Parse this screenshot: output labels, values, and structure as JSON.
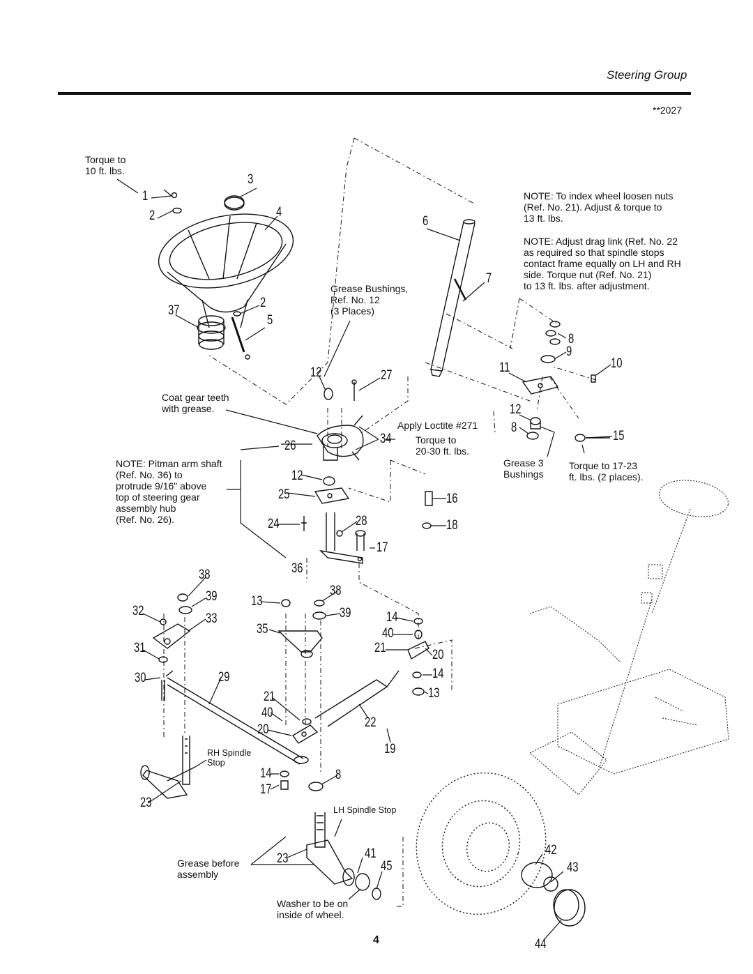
{
  "header": {
    "section_title": "Steering Group",
    "model_code": "**2027",
    "page_number": "4"
  },
  "notes": {
    "torque_1": "Torque to\n10 ft. lbs.",
    "index_wheel": "NOTE: To index wheel loosen nuts\n(Ref. No. 21). Adjust & torque to\n13 ft. lbs.",
    "drag_link": "NOTE: Adjust drag link (Ref. No. 22\nas required so that spindle stops\ncontact frame equally on LH and RH\nside. Torque nut (Ref. No. 21)\nto 13 ft. lbs. after adjustment.",
    "grease_bushings": "Grease Bushings,\nRef. No. 12\n(3 Places)",
    "coat_gear": "Coat gear teeth\nwith grease.",
    "loctite": "Apply Loctite #271",
    "torque_34": "Torque to\n20-30 ft. lbs.",
    "grease_3": "Grease 3\nBushings",
    "torque_15": "Torque to 17-23\nft. lbs. (2 places).",
    "pitman": "NOTE: Pitman arm shaft\n(Ref. No. 36) to\nprotrude 9/16\" above\ntop of steering gear\nassembly hub\n(Ref. No. 26).",
    "rh_stop": "RH Spindle\nStop",
    "lh_stop": "LH Spindle Stop",
    "grease_before": "Grease before\nassembly",
    "washer": "Washer to be on\ninside of wheel."
  },
  "part_numbers": {
    "p1": "1",
    "p2a": "2",
    "p3": "3",
    "p4": "4",
    "p2b": "2",
    "p37": "37",
    "p5": "5",
    "p6": "6",
    "p7": "7",
    "p8a": "8",
    "p9": "9",
    "p10": "10",
    "p11": "11",
    "p12a": "12",
    "p27": "27",
    "p12b": "12",
    "p8b": "8",
    "p15": "15",
    "p34": "34",
    "p26": "26",
    "p12c": "12",
    "p25": "25",
    "p16": "16",
    "p24": "24",
    "p28": "28",
    "p18": "18",
    "p17a": "17",
    "p36": "36",
    "p38a": "38",
    "p39a": "39",
    "p32": "32",
    "p33": "33",
    "p13a": "13",
    "p38b": "38",
    "p39b": "39",
    "p14a": "14",
    "p35": "35",
    "p40a": "40",
    "p21a": "21",
    "p20a": "20",
    "p31": "31",
    "p14b": "14",
    "p30": "30",
    "p29": "29",
    "p13b": "13",
    "p21b": "21",
    "p40b": "40",
    "p22": "22",
    "p20b": "20",
    "p19": "19",
    "p14c": "14",
    "p8c": "8",
    "p17b": "17",
    "p23a": "23",
    "p23b": "23",
    "p41": "41",
    "p45": "45",
    "p42": "42",
    "p43": "43",
    "p44": "44"
  }
}
